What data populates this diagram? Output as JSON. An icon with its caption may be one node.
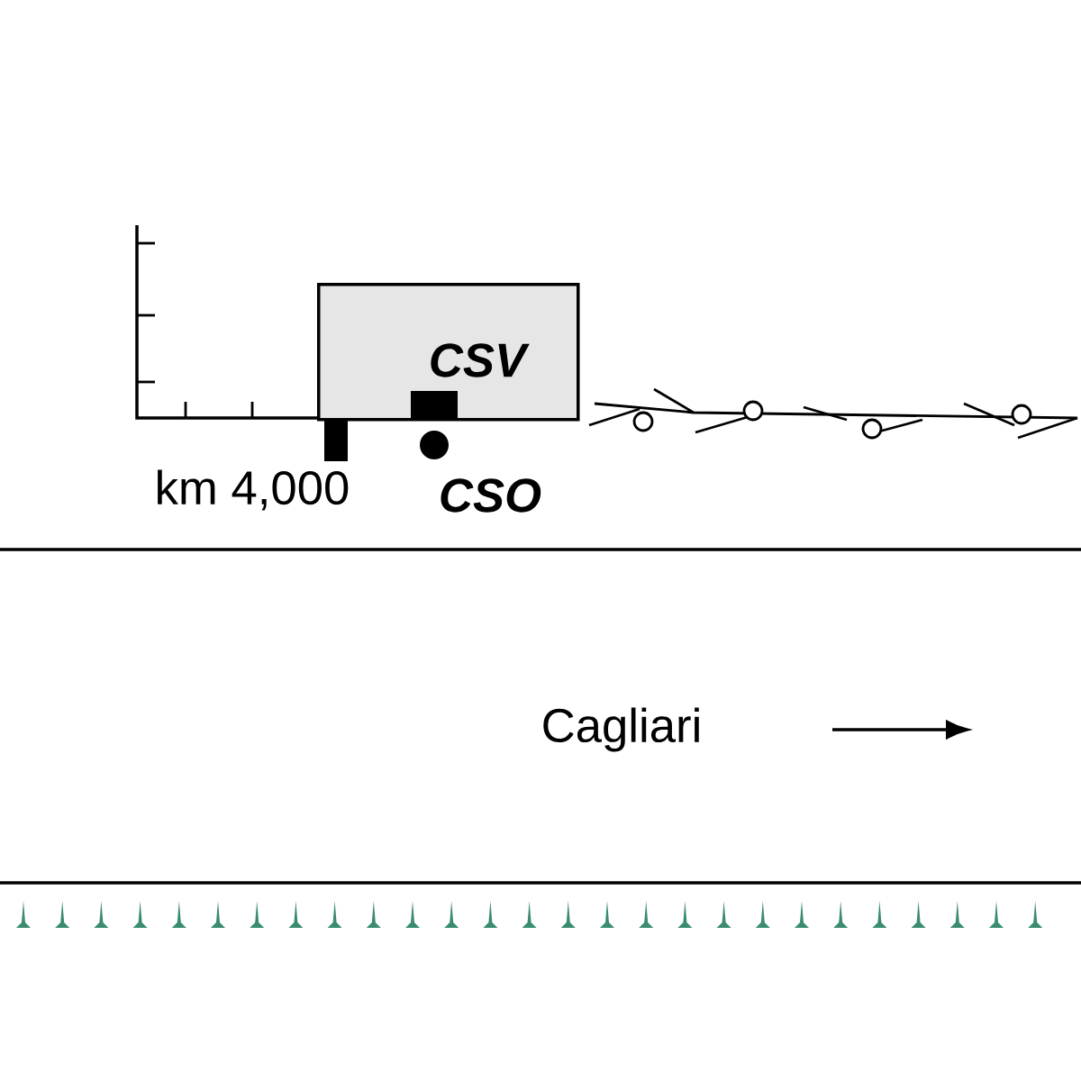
{
  "diagram": {
    "nodes": [
      {
        "text": [
          "CSV"
        ]
      }
    ],
    "labels": [
      "km 4,000",
      "CSO",
      "Cagliari"
    ]
  }
}
